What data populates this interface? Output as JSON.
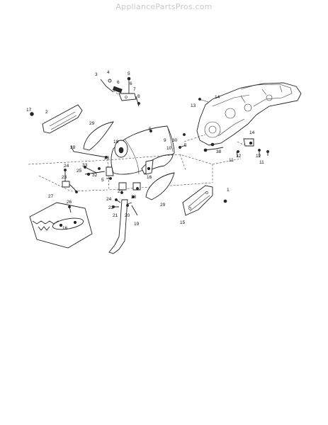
{
  "watermark": "AppliancePartsPros.com",
  "callouts": [
    {
      "id": "c-3a",
      "label": "3"
    },
    {
      "id": "c-4a",
      "label": "4"
    },
    {
      "id": "c-5a",
      "label": "5"
    },
    {
      "id": "c-6a",
      "label": "6"
    },
    {
      "id": "c-7",
      "label": "7"
    },
    {
      "id": "c-8",
      "label": "8"
    },
    {
      "id": "c-6b",
      "label": "6"
    },
    {
      "id": "c-14a",
      "label": "14"
    },
    {
      "id": "c-13",
      "label": "13"
    },
    {
      "id": "c-17",
      "label": "17"
    },
    {
      "id": "c-2",
      "label": "2"
    },
    {
      "id": "c-29a",
      "label": "29"
    },
    {
      "id": "c-5b",
      "label": "5"
    },
    {
      "id": "c-9",
      "label": "9"
    },
    {
      "id": "c-30",
      "label": "30"
    },
    {
      "id": "c-18",
      "label": "18"
    },
    {
      "id": "c-28",
      "label": "28"
    },
    {
      "id": "c-10",
      "label": "10"
    },
    {
      "id": "c-5c",
      "label": "5"
    },
    {
      "id": "c-14b",
      "label": "14"
    },
    {
      "id": "c-38a",
      "label": "38"
    },
    {
      "id": "c-11a",
      "label": "11"
    },
    {
      "id": "c-12a",
      "label": "12"
    },
    {
      "id": "c-12b",
      "label": "12"
    },
    {
      "id": "c-11b",
      "label": "11"
    },
    {
      "id": "c-24a",
      "label": "24"
    },
    {
      "id": "c-23a",
      "label": "23"
    },
    {
      "id": "c-33",
      "label": "33"
    },
    {
      "id": "c-23b",
      "label": "23"
    },
    {
      "id": "c-25",
      "label": "25"
    },
    {
      "id": "c-32",
      "label": "32"
    },
    {
      "id": "c-5d",
      "label": "5"
    },
    {
      "id": "c-23c",
      "label": "23"
    },
    {
      "id": "c-16a",
      "label": "16"
    },
    {
      "id": "c-1",
      "label": "1"
    },
    {
      "id": "c-27",
      "label": "27"
    },
    {
      "id": "c-24b",
      "label": "24"
    },
    {
      "id": "c-38b",
      "label": "38"
    },
    {
      "id": "c-26",
      "label": "26"
    },
    {
      "id": "c-22",
      "label": "22"
    },
    {
      "id": "c-29b",
      "label": "29"
    },
    {
      "id": "c-21",
      "label": "21"
    },
    {
      "id": "c-20",
      "label": "20"
    },
    {
      "id": "c-15",
      "label": "15"
    },
    {
      "id": "c-16b",
      "label": "16"
    },
    {
      "id": "c-19",
      "label": "19"
    }
  ]
}
